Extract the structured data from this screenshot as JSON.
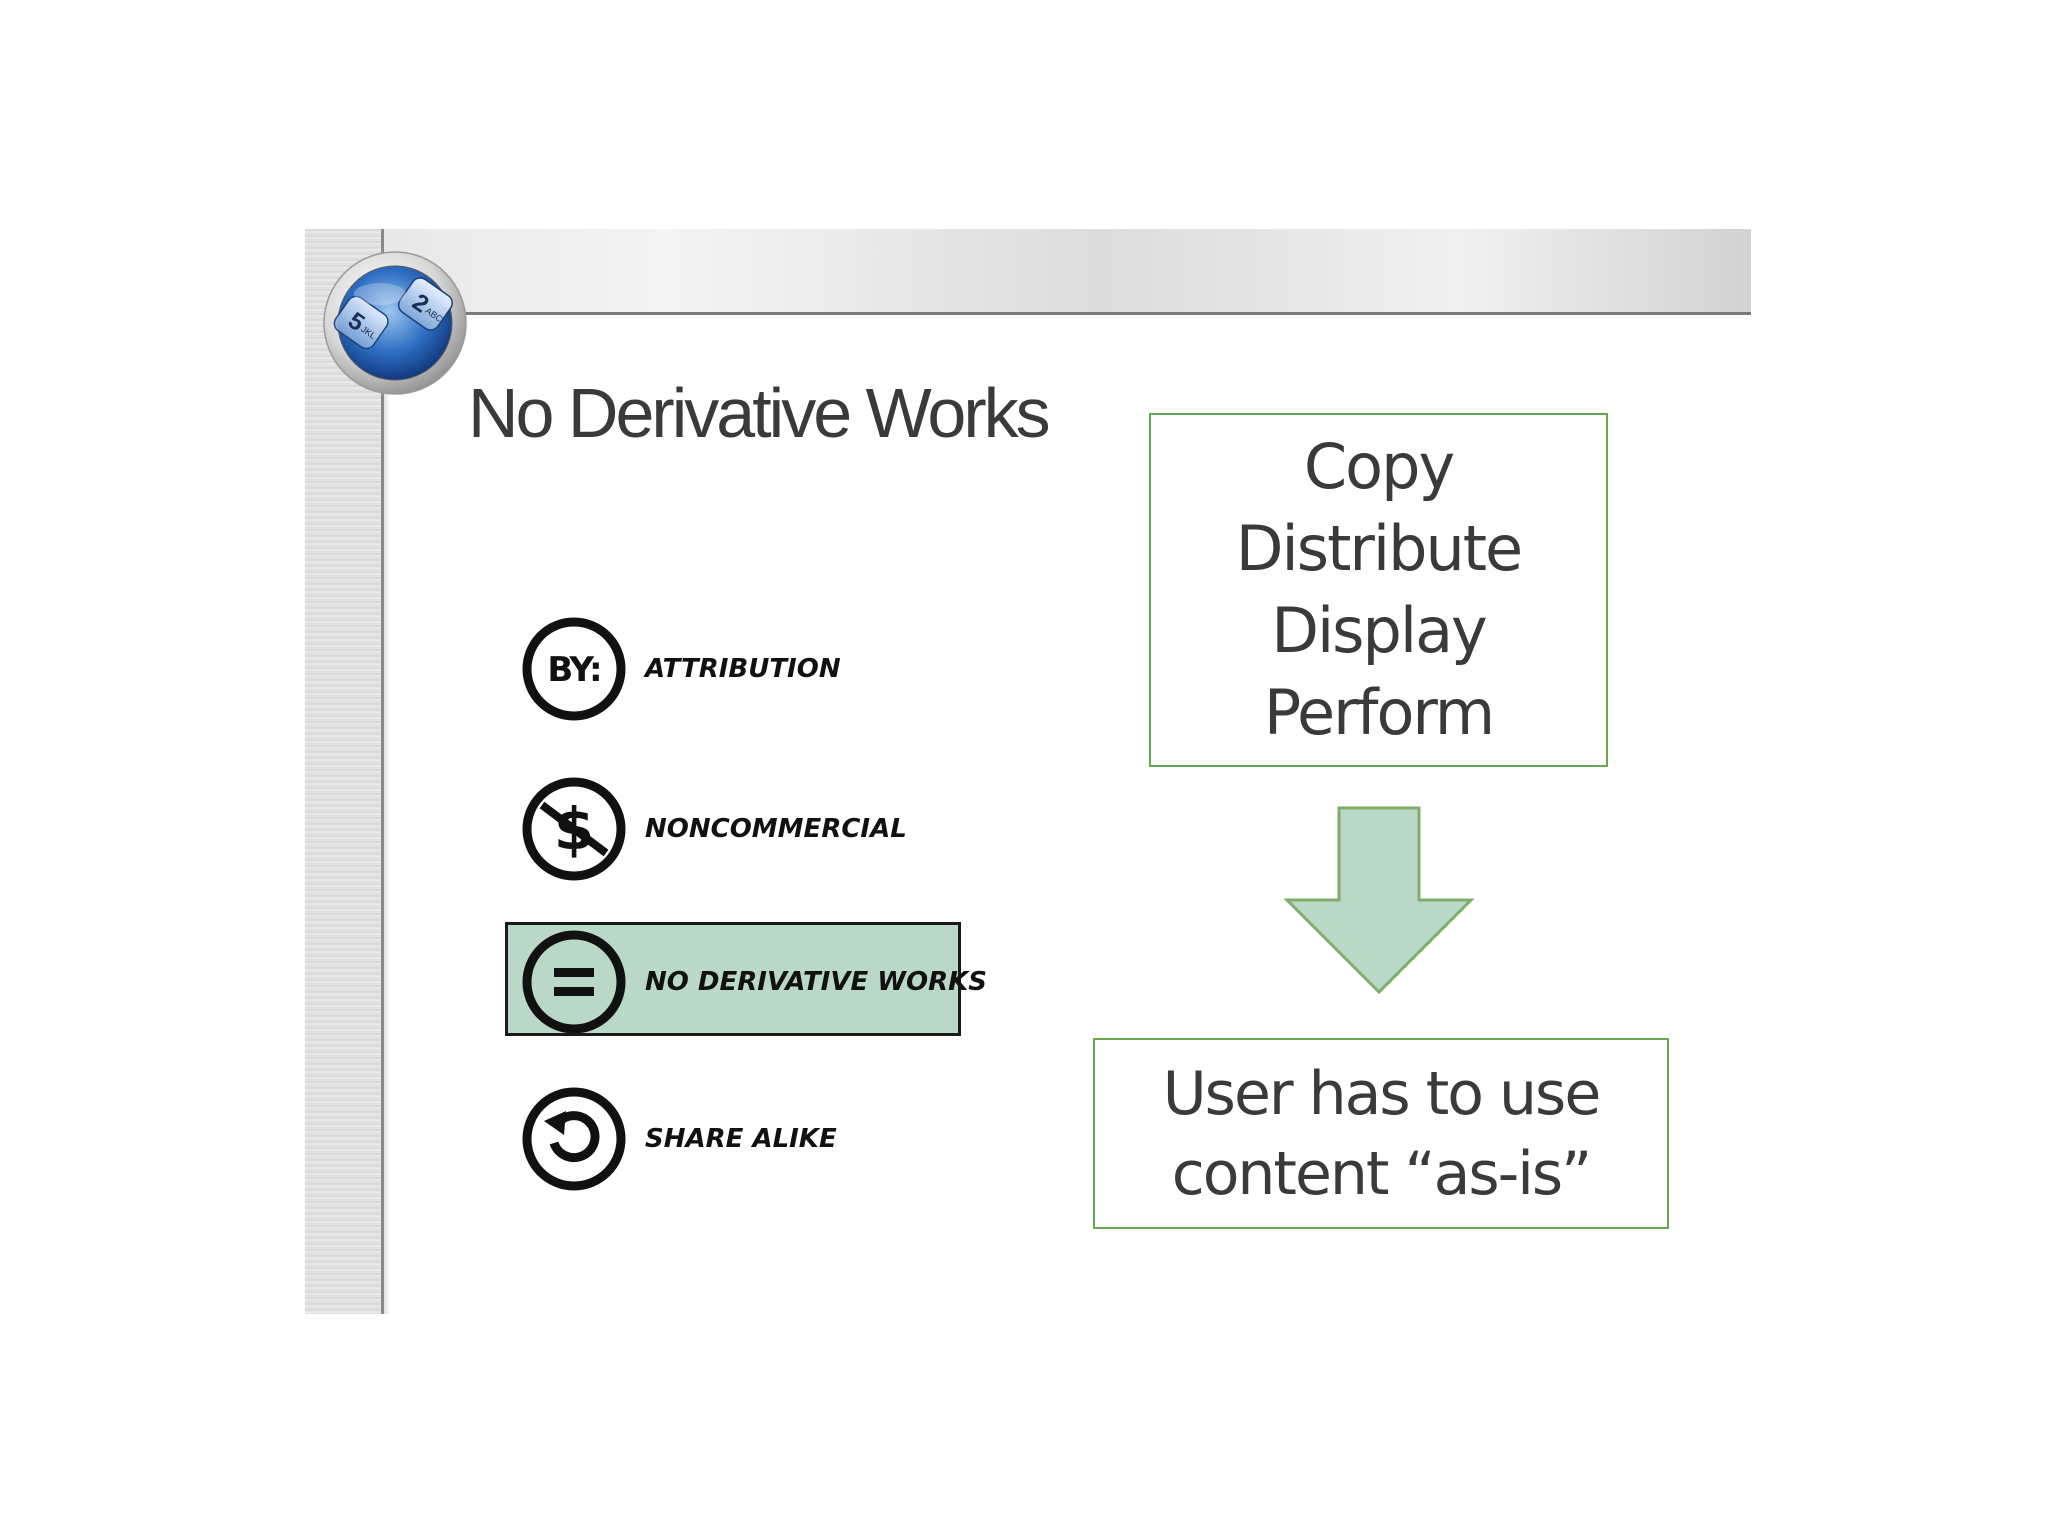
{
  "slide": {
    "title": "No Derivative Works",
    "logo_icon": "keypad-badge-icon",
    "logo_keys": [
      "2",
      "ABC",
      "5",
      "JKL"
    ]
  },
  "licenses": [
    {
      "icon": "attribution-icon",
      "icon_text": "BY:",
      "label": "ATTRIBUTION",
      "highlighted": false
    },
    {
      "icon": "noncommercial-icon",
      "label": "NONCOMMERCIAL",
      "highlighted": false
    },
    {
      "icon": "no-derivatives-icon",
      "label": "NO DERIVATIVE WORKS",
      "highlighted": true
    },
    {
      "icon": "share-alike-icon",
      "label": "SHARE ALIKE",
      "highlighted": false
    }
  ],
  "rights": {
    "lines": [
      "Copy",
      "Distribute",
      "Display",
      "Perform"
    ]
  },
  "result": {
    "lines": [
      "User has to use",
      "content “as-is”"
    ]
  },
  "colors": {
    "highlight_fill": "#b9d8c8",
    "box_border": "#6aa84f",
    "arrow_fill": "#b9d8c8",
    "arrow_stroke": "#7fae6a",
    "text": "#3a3a3a"
  }
}
